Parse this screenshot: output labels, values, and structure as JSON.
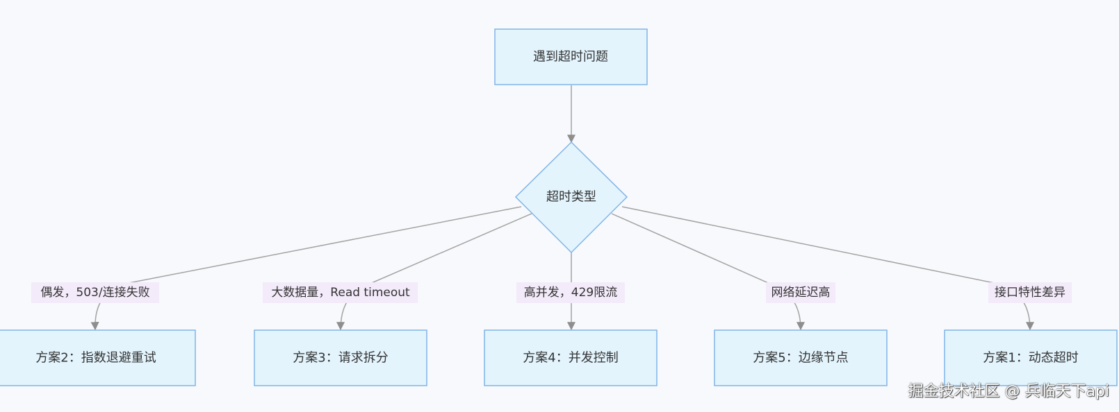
{
  "diagram": {
    "start": "遇到超时问题",
    "decision": "超时类型",
    "branches": [
      {
        "condition": "偶发，503/连接失败",
        "solution": "方案2：指数退避重试"
      },
      {
        "condition": "大数据量，Read timeout",
        "solution": "方案3：请求拆分"
      },
      {
        "condition": "高并发，429限流",
        "solution": "方案4：并发控制"
      },
      {
        "condition": "网络延迟高",
        "solution": "方案5：边缘节点"
      },
      {
        "condition": "接口特性差异",
        "solution": "方案1：动态超时"
      }
    ]
  },
  "watermark": "掘金技术社区 @ 兵临天下api"
}
